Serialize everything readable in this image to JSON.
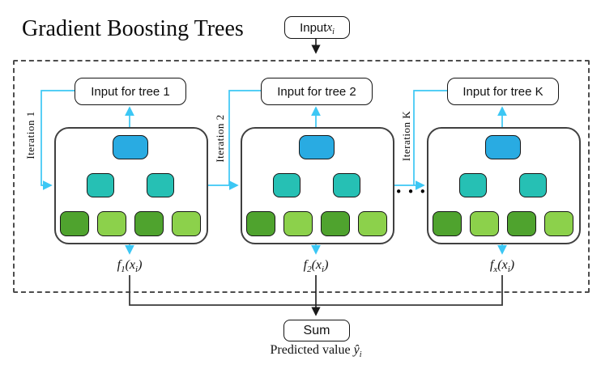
{
  "title": "Gradient Boosting Trees",
  "input_box": {
    "label_prefix": "Input ",
    "var": "x",
    "var_sub": "i"
  },
  "groups": [
    {
      "input_label": "Input for tree 1",
      "iteration_label": "Iteration 1",
      "output": {
        "fn": "f",
        "fn_sub": "1",
        "open": "(",
        "var": "x",
        "var_sub": "i",
        "close": ")"
      }
    },
    {
      "input_label": "Input for tree 2",
      "iteration_label": "Iteration 2",
      "output": {
        "fn": "f",
        "fn_sub": "2",
        "open": "(",
        "var": "x",
        "var_sub": "i",
        "close": ")"
      }
    },
    {
      "input_label": "Input for tree K",
      "iteration_label": "Iteration K",
      "output": {
        "fn": "f",
        "fn_sub": "x",
        "open": "(",
        "var": "x",
        "var_sub": "i",
        "close": ")"
      }
    }
  ],
  "ellipsis": "•••",
  "sum_box": {
    "label": "Sum"
  },
  "predicted_value": {
    "label_prefix": "Predicted value ",
    "var": "ŷ",
    "var_sub": "i"
  },
  "colors": {
    "root-node": "#29abe2",
    "mid-node": "#26c0b4",
    "leaf-dark": "#4fa32e",
    "leaf-light": "#8cd14b",
    "flow-arrow": "#3cc7f4"
  }
}
